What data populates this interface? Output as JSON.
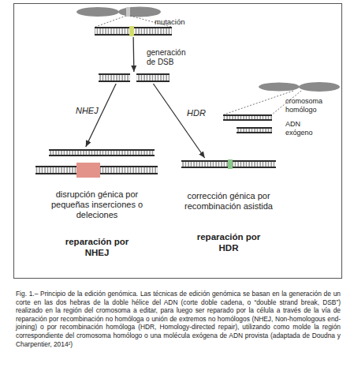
{
  "diagram": {
    "caption": "Fig. 1.– Principio de la edición genómica. Las técnicas de edición genómica se basan en la generación de un corte en las dos hebras de la doble hélice del ADN (corte doble cadena, o “double strand break, DSB”) realizado en la región del cromosoma a editar, para luego ser reparado por la célula a través de la vía de reparación por recombinación no homóloga o unión de extremos no homólogos (NHEJ, Non-homologous end-joining) o por recombinación homóloga (HDR, Homology-directed repair), utilizando como molde la región correspondiente del cromosoma homólogo o una molécula exógena de ADN provista (adaptada de Doudna y Charpentier, 2014²)",
    "nodes": [
      {
        "text": [
          "mutación"
        ]
      },
      {
        "text": [
          "generación de DSB"
        ]
      },
      {
        "text": [
          "disrupción génica por pequeñas inserciones o deleciones",
          "reparación por NHEJ"
        ]
      },
      {
        "text": [
          "corrección génica por recombinación asistida",
          "reparación por HDR"
        ]
      },
      {
        "text": [
          "cromosoma homólogo"
        ]
      },
      {
        "text": [
          "ADN exógeno"
        ]
      }
    ],
    "edges": [
      {
        "from": 0,
        "to": 1,
        "arrow": "to"
      },
      {
        "from": 1,
        "to": 2,
        "label": "NHEJ",
        "arrow": "to"
      },
      {
        "from": 1,
        "to": 3,
        "label": "HDR",
        "arrow": "to"
      }
    ]
  }
}
